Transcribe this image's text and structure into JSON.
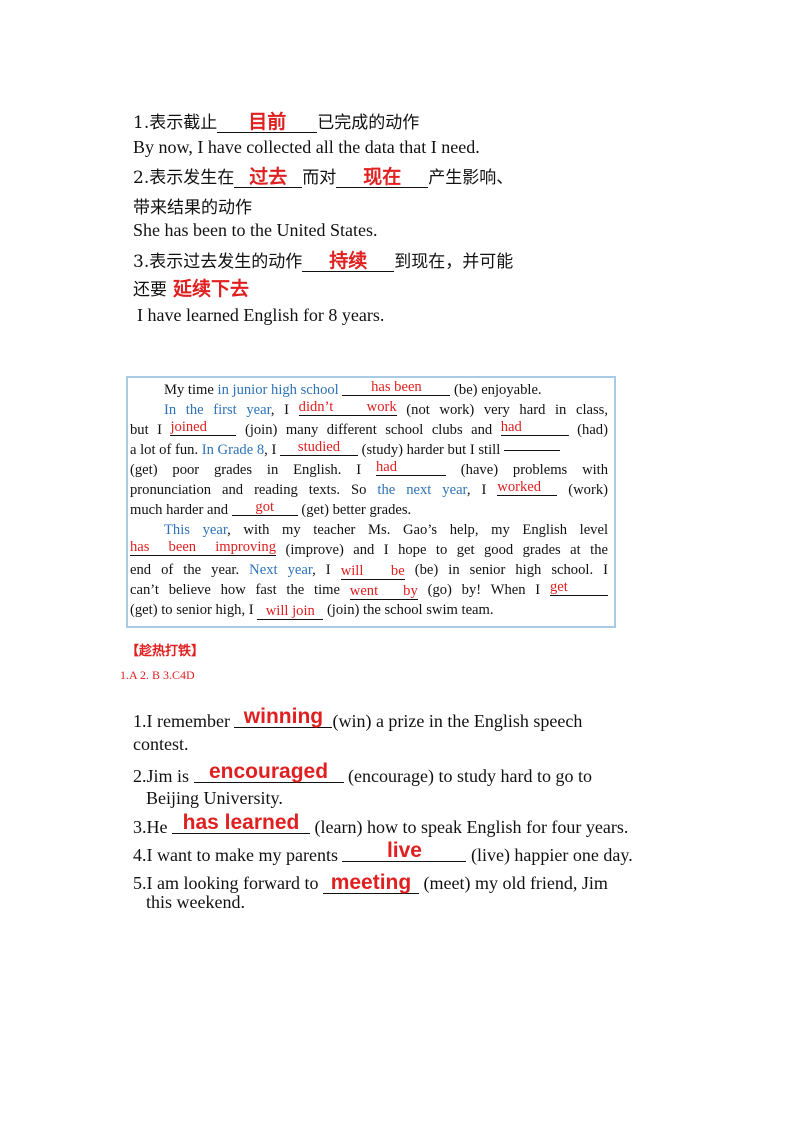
{
  "top": {
    "item1_prefix": "1.表示截止",
    "item1_answer": "目前",
    "item1_suffix": "已完成的动作",
    "example1": "By now, I have collected all the data that I need.",
    "item2_prefix": "2.表示发生在",
    "item2_answer_a": "过去",
    "item2_mid": "而对",
    "item2_answer_b": "现在",
    "item2_suffix": "产生影响、",
    "item2_line2": "带来结果的动作",
    "example2": "She has been to the United States.",
    "item3_prefix": "3.表示过去发生的动作",
    "item3_answer_a": "持续",
    "item3_suffix": "到现在，并可能",
    "item3_line2_prefix": "还要",
    "item3_answer_b": "延续下去",
    "example3": "I have learned English for 8 years."
  },
  "passage": {
    "l1_a": "My time ",
    "l1_b": "in junior high school",
    "l1_ans": "has been",
    "l1_c": "(be) enjoyable.",
    "l2_a": "In the first year",
    "l2_b": ", I",
    "l2_ans": "didn’t work",
    "l2_c": "(not work) very hard in class,",
    "l3_a": "but I",
    "l3_ans1": "joined",
    "l3_b": "(join) many different school clubs and",
    "l3_ans2": "had",
    "l3_c": "(had)",
    "l4_a": "a lot of fun. ",
    "l4_b": "In Grade 8",
    "l4_c": ", I",
    "l4_ans": "studied",
    "l4_d": "(study) harder but I still",
    "l5_a": "(get) poor grades in English. I",
    "l5_ans": "had",
    "l5_b": "(have) problems with",
    "l6_a": "pronunciation and reading texts. So ",
    "l6_b": "the next year",
    "l6_c": ", I",
    "l6_ans": "worked",
    "l6_d": "(work)",
    "l7_a": "much harder and",
    "l7_ans": "got",
    "l7_b": "(get) better grades.",
    "l8_a": "This year",
    "l8_b": ", with my teacher Ms. Gao’s help, my English level",
    "l9_ans": "has been improving",
    "l9_b": "(improve) and I hope to get good grades at the",
    "l10_a": "end of the year. ",
    "l10_b": "Next year",
    "l10_c": ", I",
    "l10_ans": "will be",
    "l10_d": "(be) in senior high school. I",
    "l11_a": "can’t believe how fast the time",
    "l11_ans": "went by",
    "l11_b": "(go) by! When I",
    "l11_ans2": "get",
    "l12_a": "(get) to  senior high, I",
    "l12_ans": "will join",
    "l12_b": "(join) the school swim team."
  },
  "section": {
    "title": "【趁热打铁】",
    "answers": "1.A 2. B 3.C4D"
  },
  "questions": {
    "q1_a": "1.I remember",
    "q1_ans": "winning",
    "q1_b": "(win) a prize in the English speech",
    "q1_line2": "contest.",
    "q2_a": "2.Jim is",
    "q2_ans": "encouraged",
    "q2_b": "(encourage) to study hard to go to",
    "q2_line2": "Beijing University.",
    "q3_a": "3.He",
    "q3_ans": "has learned",
    "q3_b": "(learn) how to speak English for four years.",
    "q4_a": "4.I want to make my parents",
    "q4_ans": "live",
    "q4_b": "(live) happier one day.",
    "q5_a": "5.I am looking forward to",
    "q5_ans": "meeting",
    "q5_b": "(meet) my old friend, Jim",
    "q5_line2": "this weekend."
  }
}
